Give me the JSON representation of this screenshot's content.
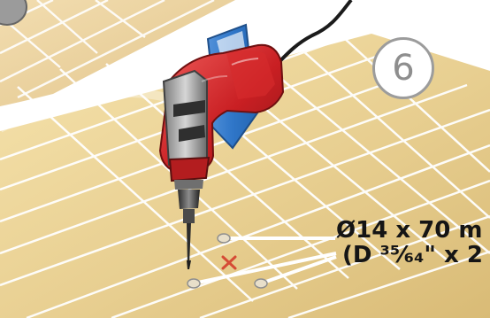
{
  "step": {
    "number": "6"
  },
  "dimension": {
    "metric": "Ø14 x 70 m",
    "imperial": "(D ³⁵⁄₆₄\" x 2"
  },
  "icons": {
    "drill": "drill-icon",
    "arrow": "down-arrow-icon",
    "marker": "drill-position-cross-icon"
  },
  "colors": {
    "floor": "#efd99e",
    "grid": "#ffffff",
    "drill_body": "#c91f23",
    "arrow_blue": "#2f76c8",
    "badge_border": "#9c9c9c"
  }
}
